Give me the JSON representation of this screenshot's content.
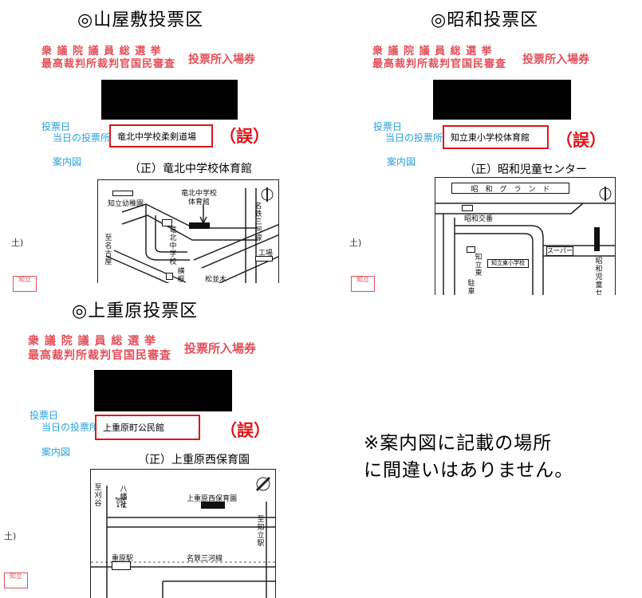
{
  "panels": [
    {
      "heading": "◎山屋敷投票区",
      "election_line1": "衆 議 院 議 員 総 選 挙",
      "election_line2": "最高裁判所裁判官国民審査",
      "ticket_title": "投票所入場券",
      "label_date": "投票日",
      "label_venue": "当日の投票所",
      "label_map": "案内図",
      "venue_printed": "竜北中学校柔剣道場",
      "error_mark": "（誤）",
      "correct_text": "（正）竜北中学校体育館",
      "edge_text": "土)",
      "map_labels": {
        "kindergarten": "知立幼稚園",
        "gym": "竜北中学校\n体育館",
        "school": "竜北中学校",
        "railway": "名鉄三河線",
        "factory": "工場",
        "to_nagoya": "至名古屋",
        "matsunamiki": "松並木",
        "factory2": "横根工場"
      }
    },
    {
      "heading": "◎昭和投票区",
      "election_line1": "衆 議 院 議 員 総 選 挙",
      "election_line2": "最高裁判所裁判官国民審査",
      "ticket_title": "投票所入場券",
      "label_date": "投票日",
      "label_venue": "当日の投票所",
      "label_map": "案内図",
      "venue_printed": "知立東小学校体育館",
      "error_mark": "（誤）",
      "correct_text": "（正）昭和児童センター",
      "edge_text": "土)",
      "map_labels": {
        "ground": "昭　和　グ　ラ　ン　ド",
        "koban": "昭和交番",
        "supermarket": "スーパー",
        "school": "知立東小学校",
        "school_v": "知立東",
        "parking": "駐車場",
        "center": "昭和児童セン"
      }
    },
    {
      "heading": "◎上重原投票区",
      "election_line1": "衆 議 院 議 員 総 選 挙",
      "election_line2": "最高裁判所裁判官国民審査",
      "ticket_title": "投票所入場券",
      "label_date": "投票日",
      "label_venue": "当日の投票所",
      "label_map": "案内図",
      "venue_printed": "上重原町公民館",
      "error_mark": "（誤）",
      "correct_text": "（正）上重原西保育園",
      "edge_text": "土)",
      "map_labels": {
        "to_kariya": "至刈谷",
        "shrine": "八幡社",
        "nursery": "上重原西保育園",
        "to_chiryu": "至知立駅",
        "station": "重原駅",
        "railway": "名鉄三河線"
      }
    }
  ],
  "note_line1": "※案内図に記載の場所",
  "note_line2": "に間違いはありません。"
}
